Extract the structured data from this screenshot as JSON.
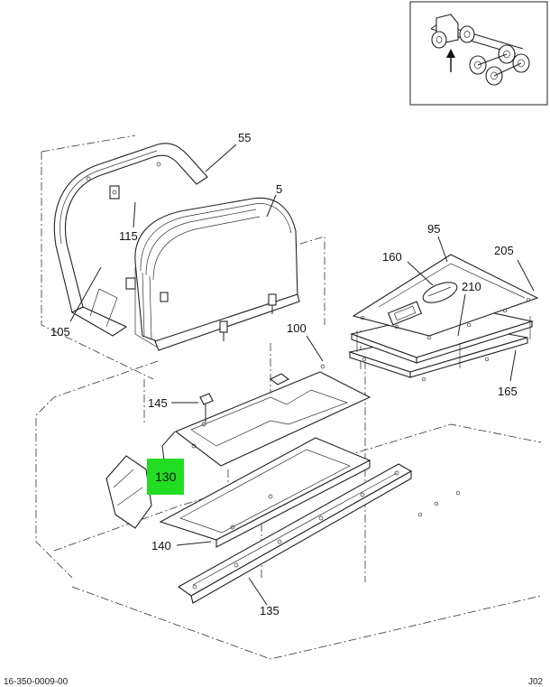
{
  "diagram": {
    "callouts": [
      {
        "id": "c55",
        "label": "55"
      },
      {
        "id": "c5",
        "label": "5"
      },
      {
        "id": "c115",
        "label": "115"
      },
      {
        "id": "c105",
        "label": "105"
      },
      {
        "id": "c95",
        "label": "95"
      },
      {
        "id": "c160",
        "label": "160"
      },
      {
        "id": "c205",
        "label": "205"
      },
      {
        "id": "c210",
        "label": "210"
      },
      {
        "id": "c100",
        "label": "100"
      },
      {
        "id": "c165",
        "label": "165"
      },
      {
        "id": "c145",
        "label": "145"
      },
      {
        "id": "c130",
        "label": "130",
        "highlight": "#22dd22"
      },
      {
        "id": "c140",
        "label": "140"
      },
      {
        "id": "c135",
        "label": "135"
      }
    ],
    "footer": {
      "left_code": "16-350-0009-00",
      "right_code": "J02"
    }
  }
}
